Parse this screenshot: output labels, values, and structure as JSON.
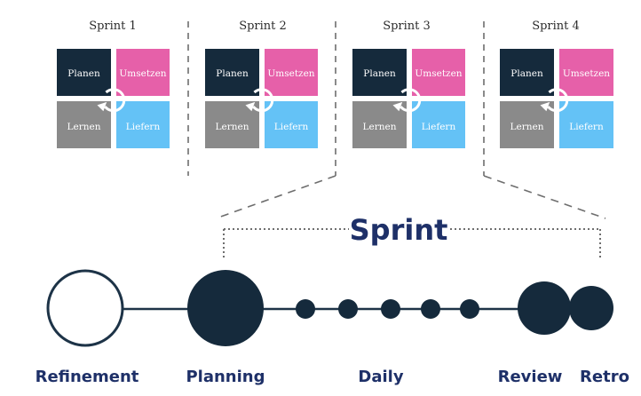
{
  "colors": {
    "navy": "#152a3c",
    "pink": "#e660a9",
    "gray": "#8a8a8a",
    "blue": "#64c2f6",
    "label_navy": "#1e3068",
    "line": "#1d3347",
    "dash": "#6e6e6e"
  },
  "cycle_icon": "circular-arrow-icon",
  "sprints": [
    {
      "title": "Sprint 1",
      "quadrants": {
        "top_left": "Planen",
        "top_right": "Umsetzen",
        "bottom_left": "Lernen",
        "bottom_right": "Liefern"
      }
    },
    {
      "title": "Sprint 2",
      "quadrants": {
        "top_left": "Planen",
        "top_right": "Umsetzen",
        "bottom_left": "Lernen",
        "bottom_right": "Liefern"
      }
    },
    {
      "title": "Sprint 3",
      "quadrants": {
        "top_left": "Planen",
        "top_right": "Umsetzen",
        "bottom_left": "Lernen",
        "bottom_right": "Liefern"
      }
    },
    {
      "title": "Sprint 4",
      "quadrants": {
        "top_left": "Planen",
        "top_right": "Umsetzen",
        "bottom_left": "Lernen",
        "bottom_right": "Liefern"
      }
    }
  ],
  "sprint_label": "Sprint",
  "timeline": {
    "refinement": "Refinement",
    "planning": "Planning",
    "daily": "Daily",
    "review": "Review",
    "retro": "Retro"
  }
}
